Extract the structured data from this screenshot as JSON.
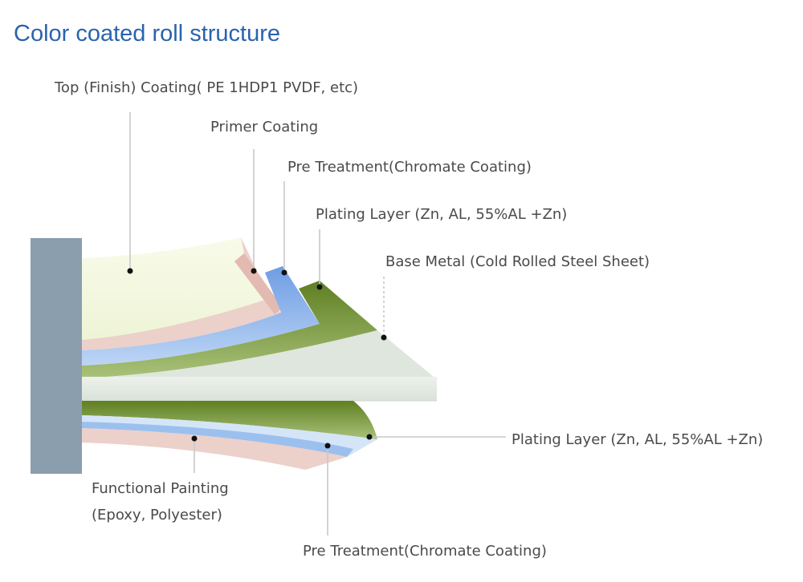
{
  "title": "Color coated roll structure",
  "labels": {
    "top_coating": "Top (Finish) Coating( PE 1HDP1 PVDF, etc)",
    "primer_coating": "Primer Coating",
    "pre_treatment_top": "Pre Treatment(Chromate Coating)",
    "plating_layer_top": "Plating Layer (Zn, AL, 55%AL +Zn)",
    "base_metal": "Base Metal (Cold Rolled Steel Sheet)",
    "plating_layer_bottom": "Plating Layer (Zn, AL, 55%AL +Zn)",
    "functional_painting_line1": "Functional Painting",
    "functional_painting_line2": "(Epoxy, Polyester)",
    "pre_treatment_bottom": "Pre Treatment(Chromate Coating)"
  },
  "colors": {
    "title": "#2a63ad",
    "roll_core": "#8b9eae",
    "top_coating": "#f1f7dd",
    "primer_coating": "#eed2cc",
    "pre_treatment": "#86aee9",
    "plating_layer": "#76952e",
    "base_metal": "#e4ebe3"
  }
}
